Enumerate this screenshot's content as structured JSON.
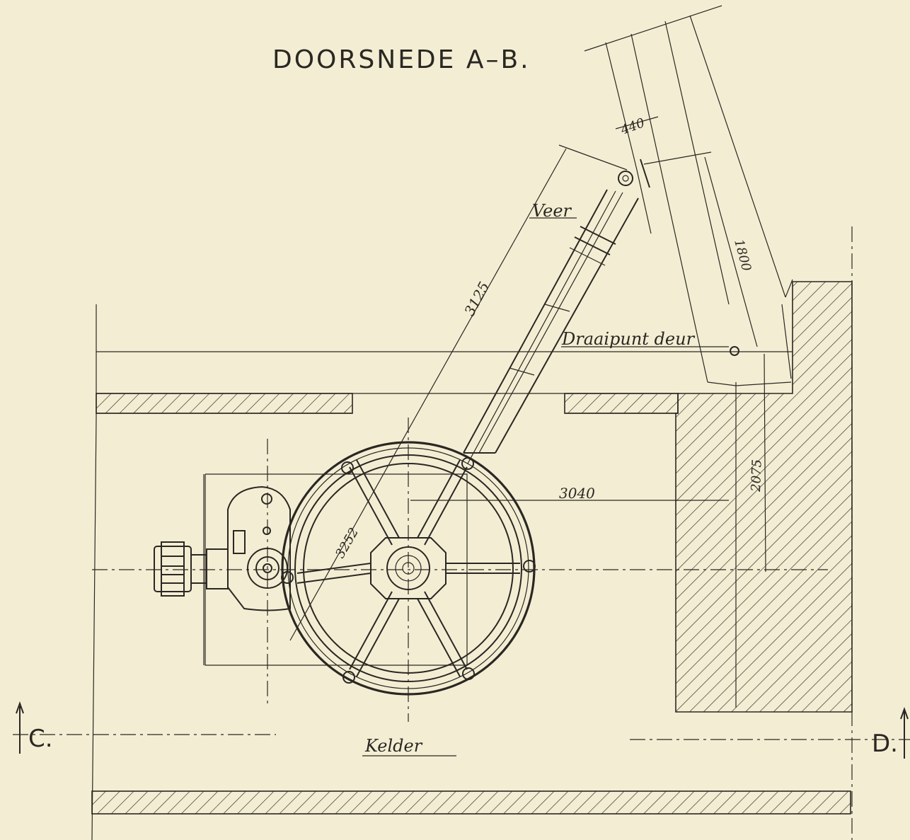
{
  "title": "DOORSNEDE A–B.",
  "section_left": "C.",
  "section_right": "D.",
  "labels": {
    "veer": "Veer",
    "draaipunt": "Draaipunt deur",
    "kelder": "Kelder"
  },
  "dimensions": {
    "d440": "440",
    "d1800": "1800",
    "d3125": "3125",
    "d3040": "3040",
    "d3252": "3252",
    "d2075": "2075"
  },
  "colors": {
    "paper": "#f3eed3",
    "ink": "#2a2723"
  }
}
